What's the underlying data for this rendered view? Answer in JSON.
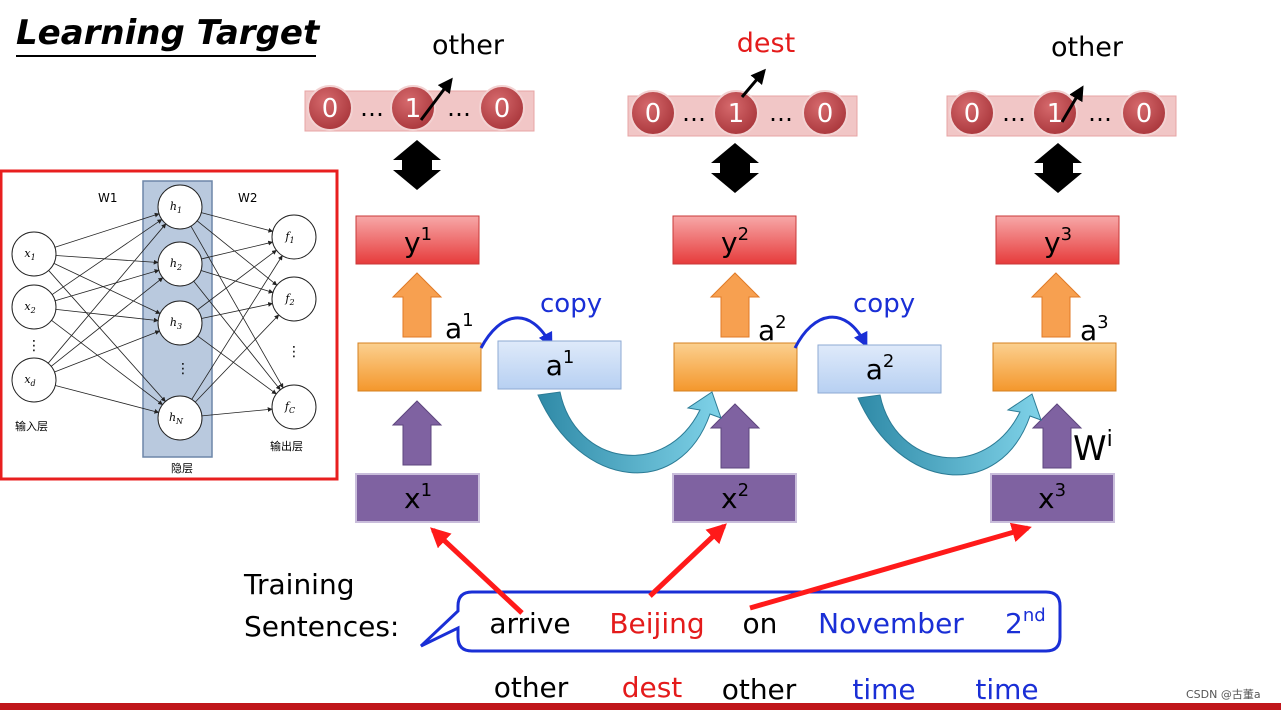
{
  "title": "Learning Target",
  "outputs": [
    {
      "label": "other",
      "label_color": "#000000",
      "onehot": [
        "0",
        "…",
        "1",
        "…",
        "0"
      ],
      "y": "y",
      "y_sup": "1",
      "a": "a",
      "a_sup": "1",
      "x": "x",
      "x_sup": "1"
    },
    {
      "label": "dest",
      "label_color": "#e41b1b",
      "onehot": [
        "0",
        "…",
        "1",
        "…",
        "0"
      ],
      "y": "y",
      "y_sup": "2",
      "a": "a",
      "a_sup": "2",
      "x": "x",
      "x_sup": "2"
    },
    {
      "label": "other",
      "label_color": "#000000",
      "onehot": [
        "0",
        "…",
        "1",
        "…",
        "0"
      ],
      "y": "y",
      "y_sup": "3",
      "a": "a",
      "a_sup": "3",
      "x": "x",
      "x_sup": "3"
    }
  ],
  "copies": [
    {
      "label": "copy",
      "box": "a",
      "box_sup": "1"
    },
    {
      "label": "copy",
      "box": "a",
      "box_sup": "2"
    }
  ],
  "weight": {
    "label": "W",
    "sup": "i"
  },
  "training": {
    "caption_line1": "Training",
    "caption_line2": "Sentences:",
    "words": [
      {
        "text": "arrive",
        "color": "#000000"
      },
      {
        "text": "Beijing",
        "color": "#e41b1b"
      },
      {
        "text": "on",
        "color": "#000000"
      },
      {
        "text": "November",
        "color": "#1a2fd6"
      },
      {
        "text": "2",
        "sup": "nd",
        "color": "#1a2fd6"
      }
    ],
    "tags": [
      {
        "text": "other",
        "color": "#000000"
      },
      {
        "text": "dest",
        "color": "#e41b1b"
      },
      {
        "text": "other",
        "color": "#000000"
      },
      {
        "text": "time",
        "color": "#1a2fd6"
      },
      {
        "text": "time",
        "color": "#1a2fd6"
      }
    ]
  },
  "inset": {
    "w1": "W1",
    "w2": "W2",
    "inputs": [
      "x",
      "x",
      "x"
    ],
    "input_subs": [
      "1",
      "2",
      "d"
    ],
    "hidden": [
      "h",
      "h",
      "h",
      "h"
    ],
    "hidden_subs": [
      "1",
      "2",
      "3",
      "N"
    ],
    "outputs": [
      "f",
      "f",
      "f"
    ],
    "output_subs": [
      "1",
      "2",
      "C"
    ],
    "vdots": "⋮",
    "input_layer": "输入层",
    "hidden_layer": "隐层",
    "output_layer": "输出层"
  },
  "colors": {
    "red_box": "#e8383a",
    "orange": "#f7a648",
    "purple": "#7f62a1",
    "light_blue": "#c7dcf5",
    "teal": "#4aa9c6",
    "circle": "#c0464a",
    "strip": "#f1c6c6",
    "blue_text": "#1a2fd6",
    "inset_border": "#e81f1f",
    "bottom_bar": "#c0161b"
  },
  "watermark": "CSDN @古董a"
}
